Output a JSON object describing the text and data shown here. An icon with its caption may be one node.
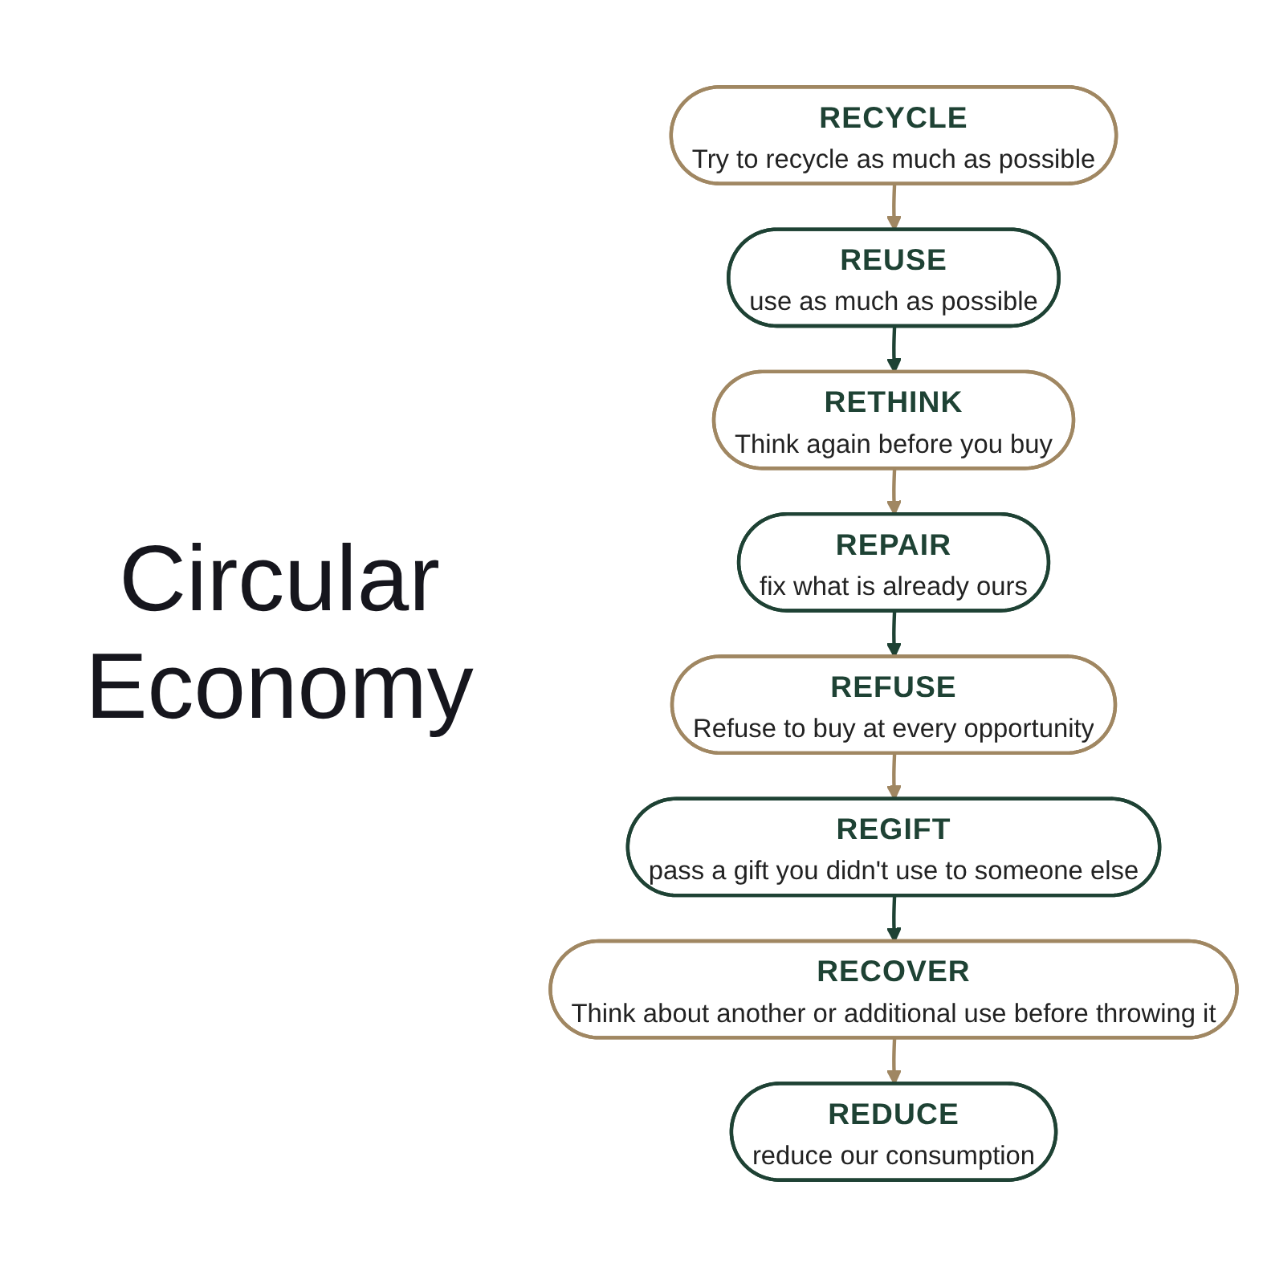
{
  "diagram": {
    "title": "Circular Economy",
    "nodes": [
      {
        "text": [
          "REUSE",
          "use as much as possible"
        ]
      },
      {
        "text": [
          "RETHINK",
          "Think again before you buy"
        ]
      },
      {
        "text": [
          "REPAIR",
          "fix what is already ours"
        ]
      },
      {
        "text": [
          "REFUSE",
          "Refuse to buy at every opportunity"
        ]
      },
      {
        "text": [
          "REGIFT",
          "pass a gift you didn't use to someone else"
        ]
      },
      {
        "text": [
          "RECOVER",
          "Think about another or additional use before throwing it"
        ]
      },
      {
        "text": [
          "REDUCE",
          "reduce our consumption"
        ]
      },
      {
        "text": [
          "RECYCLE",
          "Try to recycle as much as possible"
        ]
      }
    ],
    "edges": [
      {
        "from": 7,
        "to": 0,
        "arrow": "to"
      },
      {
        "from": 0,
        "to": 1,
        "arrow": "to",
        "color": "#1e4234"
      },
      {
        "from": 1,
        "to": 2,
        "arrow": "to"
      },
      {
        "from": 2,
        "to": 3,
        "arrow": "to",
        "color": "#1e4234"
      },
      {
        "from": 3,
        "to": 4,
        "arrow": "to"
      },
      {
        "from": 4,
        "to": 5,
        "arrow": "to",
        "color": "#1e4234"
      },
      {
        "from": 5,
        "to": 6,
        "arrow": "to"
      }
    ]
  }
}
